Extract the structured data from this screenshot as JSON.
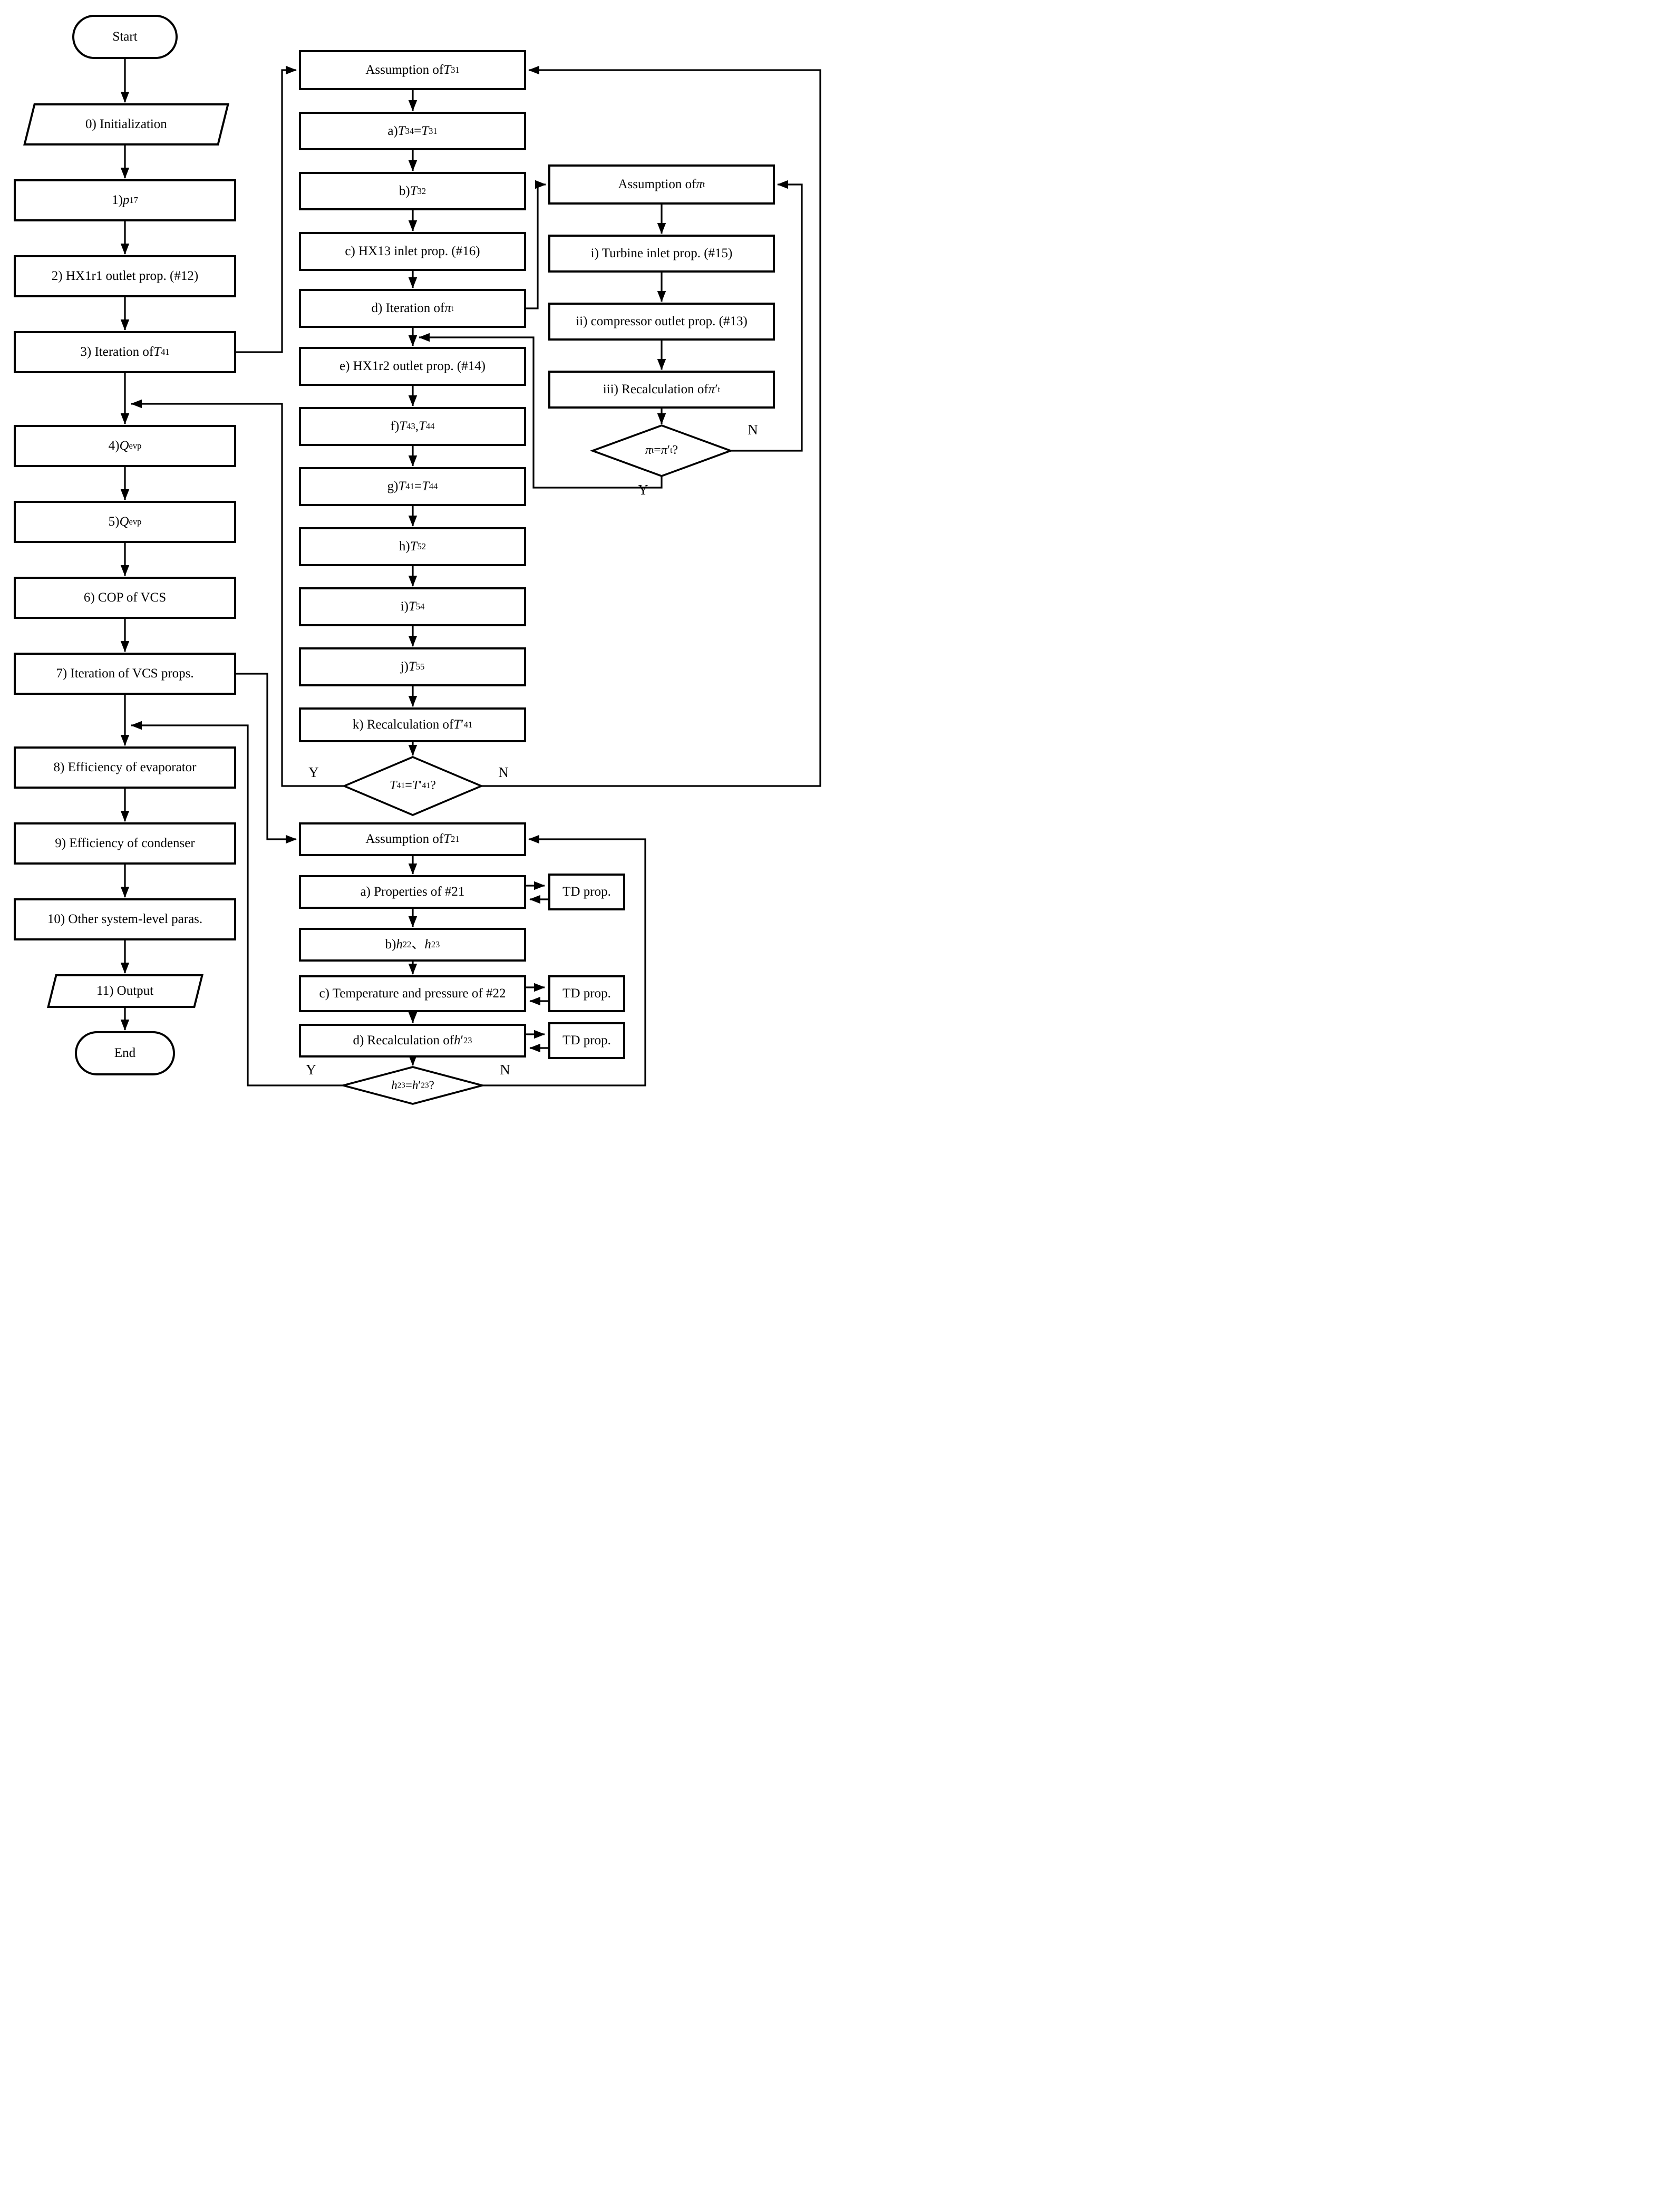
{
  "diagram": {
    "type": "flowchart",
    "background": "#ffffff",
    "line_color": "#000000",
    "branch_labels": {
      "yes": "Y",
      "no": "N"
    },
    "nodes": {
      "start": {
        "shape": "terminator",
        "label": "Start"
      },
      "init": {
        "shape": "input",
        "label": "0) Initialization"
      },
      "s1": {
        "shape": "process",
        "label": "1) ~p~_{17}"
      },
      "s2": {
        "shape": "process",
        "label": "2) HX1r1 outlet prop.  (#12)"
      },
      "s3": {
        "shape": "process",
        "label": "3) Iteration of ~T~_{41}"
      },
      "s4": {
        "shape": "process",
        "label": "4) ~Q~_{evp}"
      },
      "s5": {
        "shape": "process",
        "label": "5) ~Q~_{evp}"
      },
      "s6": {
        "shape": "process",
        "label": "6) COP of VCS"
      },
      "s7": {
        "shape": "process",
        "label": "7) Iteration of VCS props."
      },
      "s8": {
        "shape": "process",
        "label": "8) Efficiency of evaporator"
      },
      "s9": {
        "shape": "process",
        "label": "9) Efficiency of condenser"
      },
      "s10": {
        "shape": "process",
        "label": "10) Other system-level paras."
      },
      "s11": {
        "shape": "output",
        "label": "11) Output"
      },
      "end": {
        "shape": "terminator",
        "label": "End"
      },
      "asm_t31": {
        "shape": "process",
        "label": "Assumption of ~T~_{31}"
      },
      "m_a": {
        "shape": "process",
        "label": "a) ~T~_{34} = ~T~_{31}"
      },
      "m_b": {
        "shape": "process",
        "label": "b) ~T~_{32}"
      },
      "m_c": {
        "shape": "process",
        "label": "c) HX13 inlet prop. (#16)"
      },
      "m_d": {
        "shape": "process",
        "label": "d) Iteration of ~π~_{t}"
      },
      "m_e": {
        "shape": "process",
        "label": "e) HX1r2 outlet prop. (#14)"
      },
      "m_f": {
        "shape": "process",
        "label": "f) ~T~_{43}, ~T~_{44}"
      },
      "m_g": {
        "shape": "process",
        "label": "g) ~T~_{41} = ~T~_{44}"
      },
      "m_h": {
        "shape": "process",
        "label": "h) ~T~_{52}"
      },
      "m_i": {
        "shape": "process",
        "label": "i) ~T~_{54}"
      },
      "m_j": {
        "shape": "process",
        "label": "j) ~T~_{55}"
      },
      "m_k": {
        "shape": "process",
        "label": "k) Recalculation of ~T~′_{41}"
      },
      "dec_t41": {
        "shape": "decision",
        "label": "~T~_{41} = ~T~′_{41}?"
      },
      "asm_pi": {
        "shape": "process",
        "label": "Assumption of ~π~_{t}"
      },
      "r_i": {
        "shape": "process",
        "label": "i) Turbine inlet prop. (#15)"
      },
      "r_ii": {
        "shape": "process",
        "label": "ii) compressor outlet prop. (#13)"
      },
      "r_iii": {
        "shape": "process",
        "label": "iii) Recalculation of  ~π~′_{t}"
      },
      "dec_pi": {
        "shape": "decision",
        "label": "~π~_{t}=  ~π~′_{t}?"
      },
      "asm_t21": {
        "shape": "process",
        "label": "Assumption of ~T~_{21}"
      },
      "b_a": {
        "shape": "process",
        "label": "a) Properties of #21"
      },
      "b_b": {
        "shape": "process",
        "label": "b) ~h~_{22}、 ~h~_{23}"
      },
      "b_c": {
        "shape": "process",
        "label": "c) Temperature and pressure of #22"
      },
      "b_d": {
        "shape": "process",
        "label": "d) Recalculation of ~h~′_{23}"
      },
      "dec_h23": {
        "shape": "decision",
        "label": "~h~_{23}= ~h~′_{23}?"
      },
      "td1": {
        "shape": "support",
        "label": "TD prop."
      },
      "td2": {
        "shape": "support",
        "label": "TD prop."
      },
      "td3": {
        "shape": "support",
        "label": "TD prop."
      }
    }
  }
}
